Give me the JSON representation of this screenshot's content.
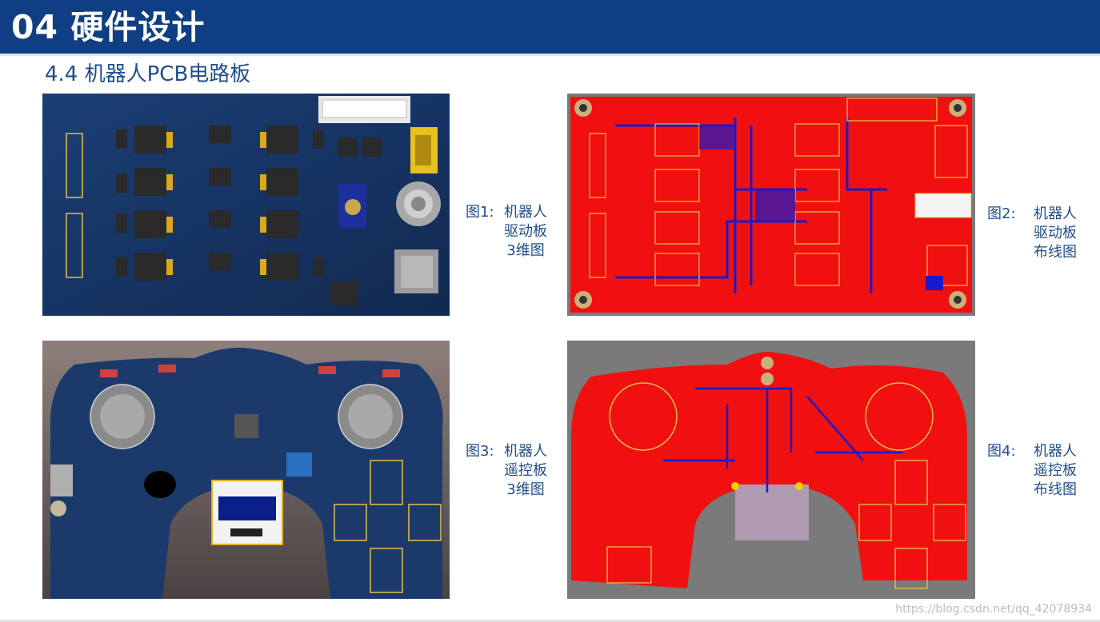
{
  "header": {
    "title": "04 硬件设计"
  },
  "section": {
    "title": "4.4 机器人PCB电路板"
  },
  "figures": [
    {
      "prefix": "图1:",
      "lines": [
        "机器人",
        "驱动板",
        "3维图"
      ]
    },
    {
      "prefix": "图2:",
      "lines": [
        "机器人",
        "驱动板",
        "布线图"
      ]
    },
    {
      "prefix": "图3:",
      "lines": [
        "机器人",
        "遥控板",
        "3维图"
      ]
    },
    {
      "prefix": "图4:",
      "lines": [
        "机器人",
        "遥控板",
        "布线图"
      ]
    }
  ],
  "watermark": "https://blog.csdn.net/qq_42078934",
  "colors": {
    "banner": "#0f3e82",
    "accent_text": "#1f4e8c",
    "pcb_blue": "#1b3a6b",
    "copper_red": "#f01010"
  }
}
